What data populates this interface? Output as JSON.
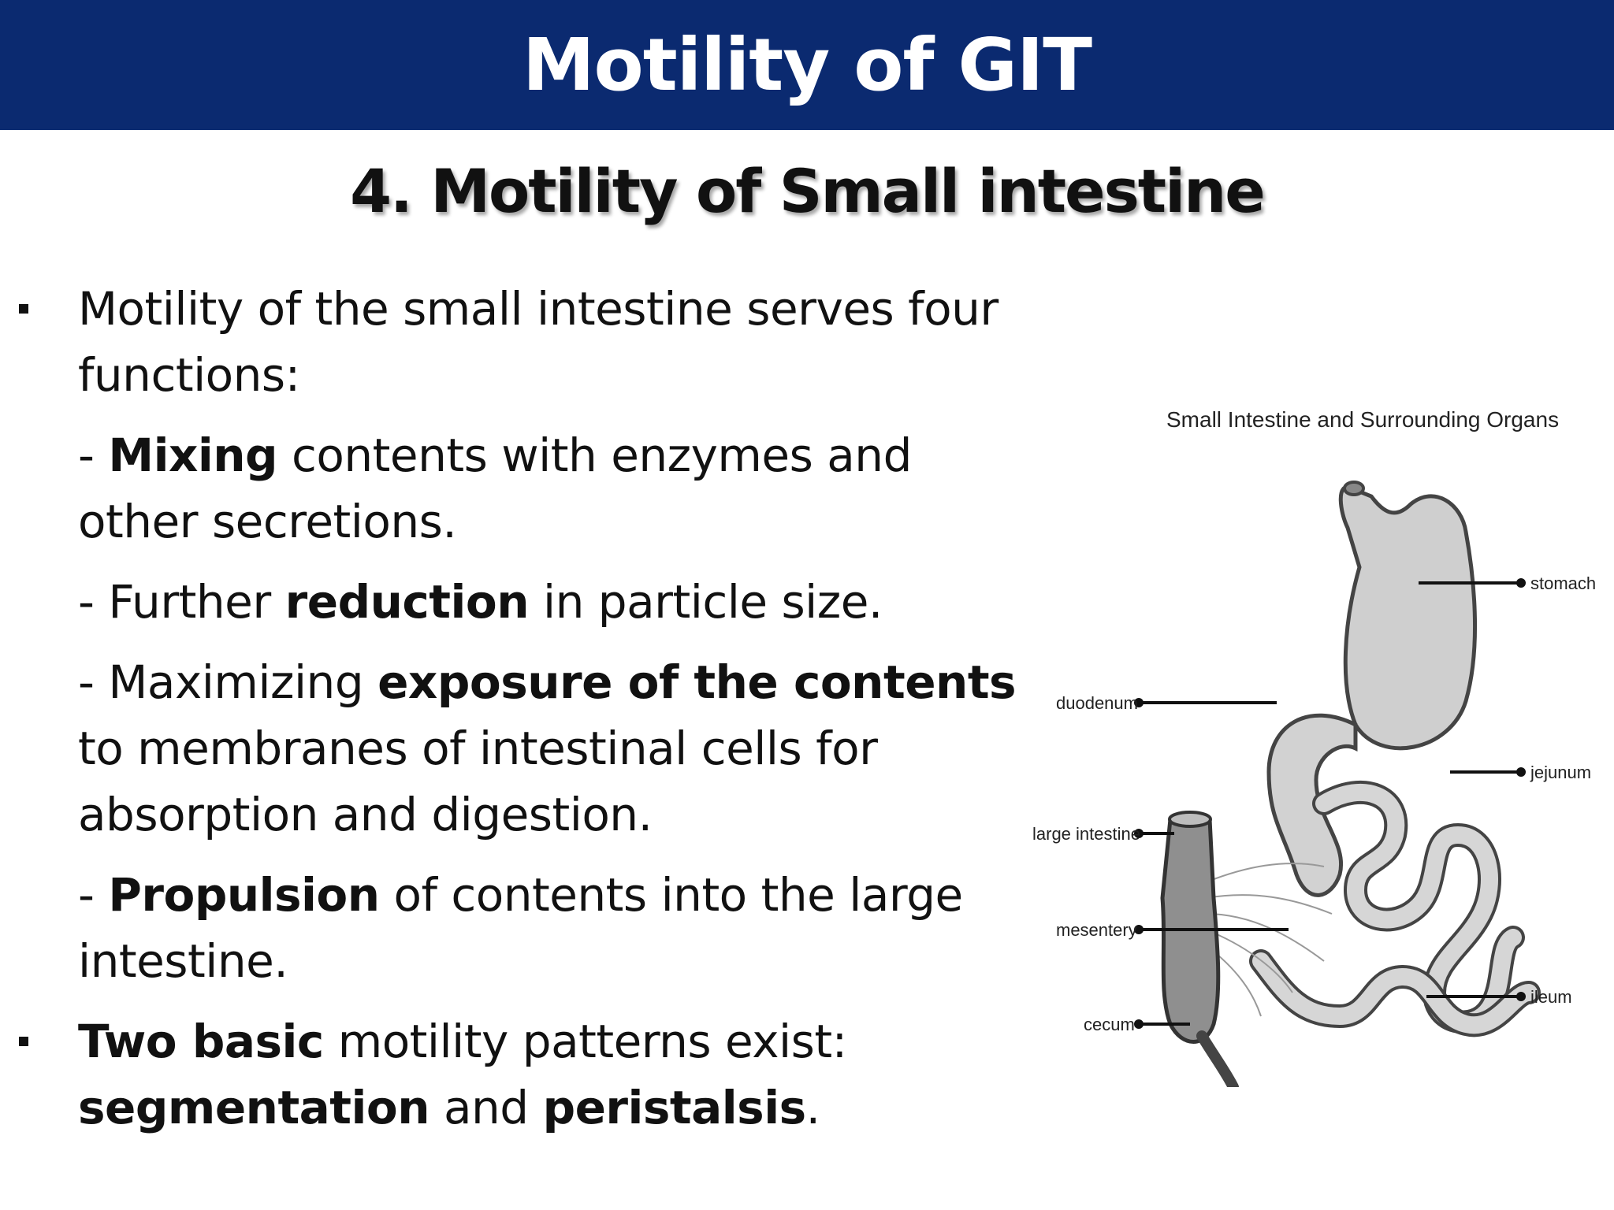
{
  "header": {
    "title": "Motility of GIT",
    "color": "#0b2a70"
  },
  "subtitle": "4. Motility of Small intestine",
  "content": {
    "bullet1": {
      "text": "Motility of the small intestine serves four functions:"
    },
    "items": [
      {
        "dash": "- ",
        "bold": "Mixing",
        "rest": " contents with enzymes and other secretions."
      },
      {
        "dash": "- Further ",
        "bold": "reduction",
        "rest": " in particle size."
      },
      {
        "dash": "- Maximizing ",
        "bold": "exposure of the contents",
        "rest": " to membranes of intestinal cells for absorption and digestion."
      },
      {
        "dash": "- ",
        "bold": "Propulsion",
        "rest": " of contents into the large intestine."
      }
    ],
    "bullet2": {
      "bold1": "Two basic",
      "text1": " motility patterns exist: ",
      "bold2": "segmentation",
      "text2": " and ",
      "bold3": "peristalsis",
      "text3": "."
    }
  },
  "figure": {
    "caption": "Small Intestine and Surrounding Organs",
    "labels": {
      "stomach": "stomach",
      "duodenum": "duodenum",
      "jejunum": "jejunum",
      "large_intestine": "large intestine",
      "mesentery": "mesentery",
      "ileum": "ileum",
      "cecum": "cecum"
    }
  }
}
